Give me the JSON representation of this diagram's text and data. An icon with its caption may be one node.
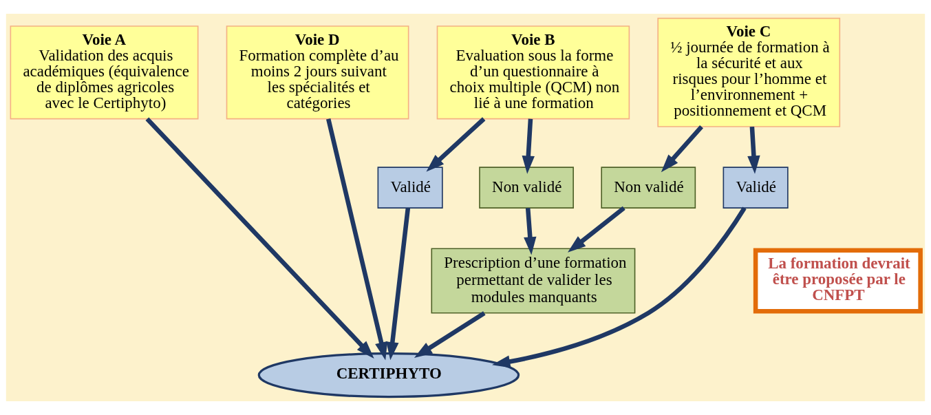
{
  "diagram": {
    "nodes": [
      {
        "text": [
          "Voie A",
          "Validation des acquis académiques (équivalence de diplômes agricoles avec le Certiphyto)"
        ]
      },
      {
        "text": [
          "Voie B",
          "Evaluation sous la forme d’un questionnaire à choix multiple (QCM) non lié à une formation"
        ]
      },
      {
        "text": [
          "Voie C",
          "½ journée de formation à la sécurité et aux risques pour l’homme et l’environnement + positionnement et QCM"
        ]
      },
      {
        "text": [
          "Voie D",
          "Formation complète d’au moins 2 jours suivant les spécialités et catégories"
        ]
      },
      {
        "text": [
          "Validé"
        ]
      },
      {
        "text": [
          "Non validé"
        ]
      },
      {
        "text": [
          "Non validé"
        ]
      },
      {
        "text": [
          "Validé"
        ]
      },
      {
        "text": [
          "Prescription d’une formation permettant de valider les modules manquants"
        ]
      },
      {
        "text": [
          "CERTIPHYTO"
        ]
      },
      {
        "text": [
          "La formation devrait être proposée par le CNFPT"
        ]
      }
    ],
    "edges": [
      {
        "from": 0,
        "to": 9,
        "arrow": "to"
      },
      {
        "from": 1,
        "to": 4,
        "arrow": "to"
      },
      {
        "from": 1,
        "to": 5,
        "arrow": "to"
      },
      {
        "from": 2,
        "to": 6,
        "arrow": "to"
      },
      {
        "from": 2,
        "to": 7,
        "arrow": "to"
      },
      {
        "from": 3,
        "to": 9,
        "arrow": "to"
      },
      {
        "from": 4,
        "to": 9,
        "arrow": "to"
      },
      {
        "from": 5,
        "to": 8,
        "arrow": "to"
      },
      {
        "from": 6,
        "to": 8,
        "arrow": "to"
      },
      {
        "from": 7,
        "to": 9,
        "arrow": "to"
      },
      {
        "from": 8,
        "to": 9,
        "arrow": "to"
      }
    ]
  }
}
